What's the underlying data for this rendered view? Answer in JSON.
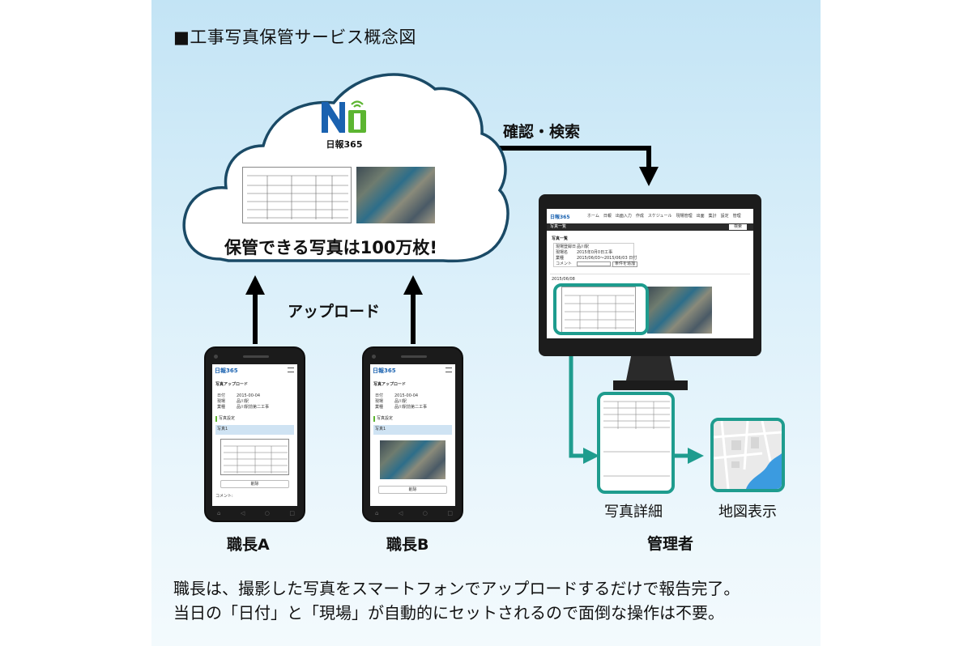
{
  "title": "■工事写真保管サービス概念図",
  "cloud": {
    "logo_text": "日報365",
    "storage_text": "保管できる写真は100万枚!"
  },
  "labels": {
    "upload": "アップロード",
    "confirm_search": "確認・検索",
    "worker_a": "職長A",
    "worker_b": "職長B",
    "photo_detail": "写真詳細",
    "map_view": "地図表示",
    "manager": "管理者"
  },
  "phone_screen": {
    "app_name": "日報365",
    "page_title": "写真アップロード",
    "field_labels": [
      "日付",
      "現場",
      "業種"
    ],
    "field_values": [
      "2015-00-04",
      "品川駅",
      "品川駅前第二工事"
    ],
    "section_title": "写真設定",
    "select_text": "写真1",
    "delete_button": "削除",
    "comment_label": "コメント:"
  },
  "monitor_screen": {
    "app_name": "日報365",
    "nav_items": [
      "ホーム",
      "日報",
      "出面入力",
      "作成",
      "スケジュール",
      "現場管理",
      "出面",
      "集計",
      "設定",
      "管理"
    ],
    "page_header": "写真一覧",
    "search_button": "検索",
    "section_title": "写真一覧",
    "filter_labels": [
      "現場登録日",
      "現場名",
      "業種",
      "コメント"
    ],
    "filter_values": [
      "品川駅",
      "2015年0月0日工事",
      "2015/06/03〜2015/06/03 日付"
    ],
    "filter_button": "条件を追加",
    "date_label": "2015/06/08"
  },
  "caption": {
    "line1": "職長は、撮影した写真をスマートフォンでアップロードするだけで報告完了。",
    "line2": "当日の「日付」と「現場」が自動的にセットされるので面倒な操作は不要。"
  },
  "colors": {
    "accent_teal": "#1e9c8e",
    "logo_blue": "#1a62b0",
    "logo_green": "#5cb531",
    "cloud_outline": "#1a4a66"
  }
}
